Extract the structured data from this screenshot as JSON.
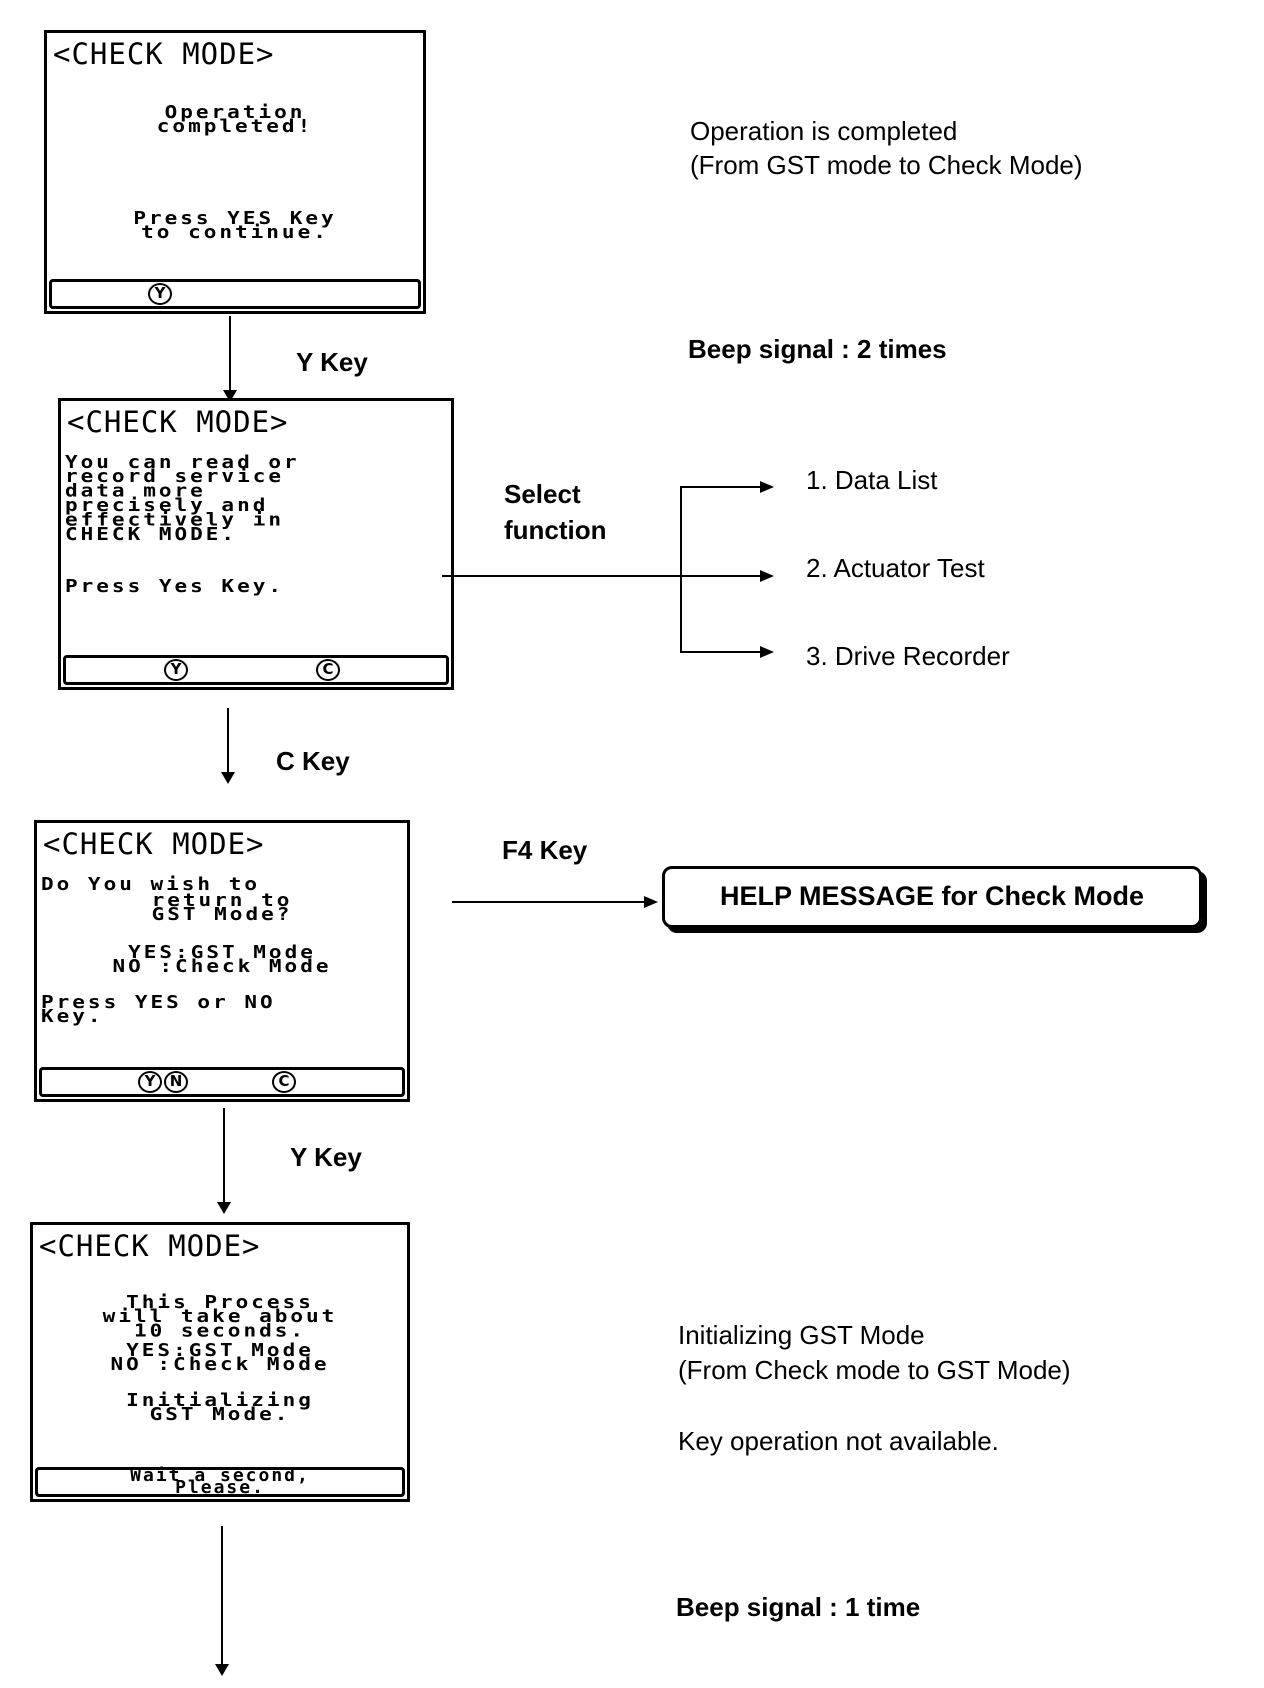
{
  "screen1": {
    "title": "<CHECK MODE>",
    "lines": [
      "Operation",
      "completed!",
      "Press YES Key",
      "to continue."
    ],
    "keys": [
      "Y"
    ]
  },
  "screen2": {
    "title": "<CHECK MODE>",
    "lines": [
      "You can read or",
      "record service",
      "data more",
      "precisely and",
      "effectively in",
      "CHECK MODE.",
      "Press Yes Key."
    ],
    "keys": [
      "Y",
      "C"
    ]
  },
  "screen3": {
    "title": "<CHECK MODE>",
    "lines": [
      "Do You wish to",
      "return to",
      "GST Mode?",
      "YES:GST Mode",
      "NO :Check Mode",
      "Press YES or NO",
      "Key."
    ],
    "keys": [
      "Y",
      "N",
      "C"
    ]
  },
  "screen4": {
    "title": "<CHECK MODE>",
    "lines": [
      "This Process",
      "will take about",
      "10 seconds.",
      "YES:GST Mode",
      "NO :Check Mode",
      "Initializing",
      "GST Mode."
    ],
    "footer": [
      "Wait a second,",
      "Please."
    ]
  },
  "flow": {
    "step1_note": [
      "Operation is completed",
      "(From GST mode to Check Mode)"
    ],
    "y_key_1": "Y Key",
    "beep_1": "Beep signal : 2 times",
    "select_function": [
      "Select",
      "function"
    ],
    "functions": [
      "1. Data List",
      "2. Actuator Test",
      "3. Drive Recorder"
    ],
    "c_key": "C Key",
    "f4_key": "F4 Key",
    "help_message": "HELP MESSAGE for Check Mode",
    "y_key_2": "Y Key",
    "init_note": [
      "Initializing GST Mode",
      "(From Check mode to GST Mode)"
    ],
    "key_note": "Key operation not available.",
    "beep_2": "Beep signal : 1 time"
  }
}
